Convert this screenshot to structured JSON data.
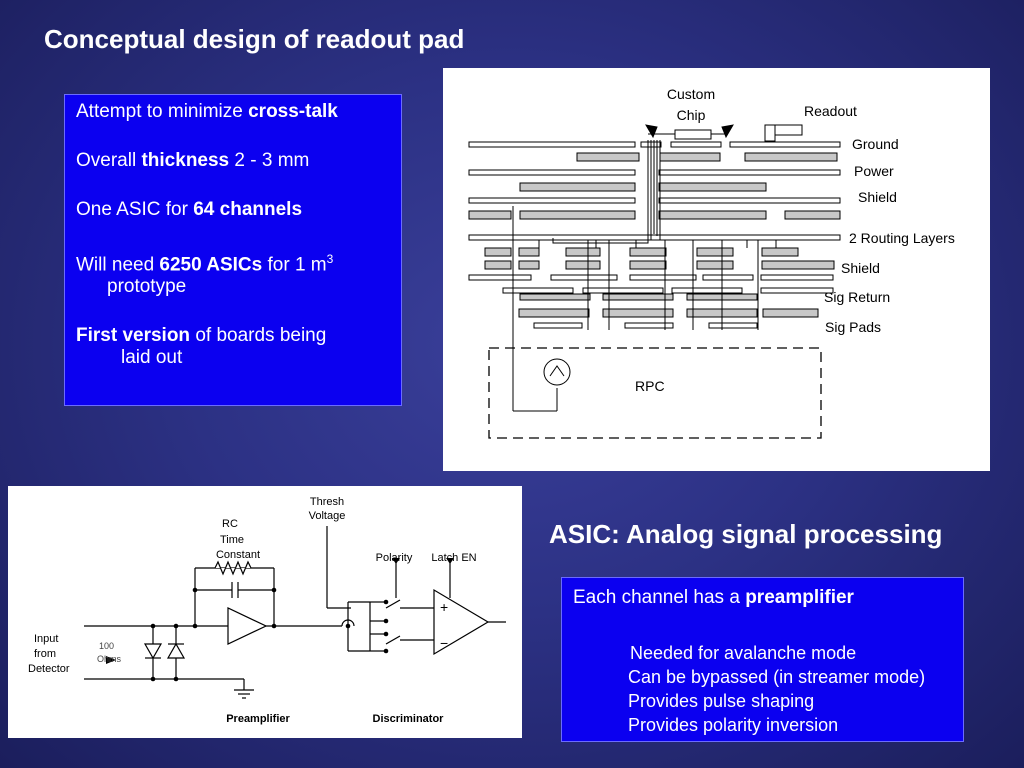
{
  "slide": {
    "title": "Conceptual design of readout pad",
    "asic_title": "ASIC: Analog signal processing"
  },
  "features": {
    "item1_prefix": "Attempt to minimize ",
    "item1_bold": "cross-talk",
    "item2_prefix": "Overall ",
    "item2_bold": "thickness",
    "item2_suffix": " 2 - 3 mm",
    "item3_prefix": "One ASIC for ",
    "item3_bold": "64 channels",
    "item4_prefix": "Will need ",
    "item4_bold": "6250 ASICs",
    "item4_suffix": " for 1 m",
    "item4_sup": "3",
    "item4_cont": "prototype",
    "item5_bold": "First version",
    "item5_suffix": " of boards being",
    "item5_cont": "laid out"
  },
  "preamp": {
    "lead_prefix": "Each channel has a ",
    "lead_bold": "preamplifier",
    "items": [
      "Needed for avalanche mode",
      "Can be bypassed (in streamer mode)",
      "Provides pulse shaping",
      "Provides polarity inversion"
    ]
  },
  "pad_diagram": {
    "chip_label_1": "Custom",
    "chip_label_2": "Chip",
    "readout": "Readout",
    "ground": "Ground",
    "power": "Power",
    "shield_top": "Shield",
    "routing": "2 Routing Layers",
    "shield_bottom": "Shield",
    "sig_return": "Sig Return",
    "sig_pads": "Sig Pads",
    "rpc": "RPC"
  },
  "circuit": {
    "thresh_1": "Thresh",
    "thresh_2": "Voltage",
    "rc_1": "RC",
    "rc_2": "Time",
    "rc_3": "Constant",
    "polarity": "Polarity",
    "latch": "Latch EN",
    "input_1": "Input",
    "input_2": "from",
    "input_3": "Detector",
    "ohms_1": "100",
    "ohms_2": "Ohms",
    "plus": "+",
    "minus": "−",
    "preamplifier": "Preamplifier",
    "discriminator": "Discriminator"
  },
  "colors": {
    "background": "#2c3184",
    "box_blue": "#0b00f0",
    "layer_gray": "#c8c8c8"
  }
}
